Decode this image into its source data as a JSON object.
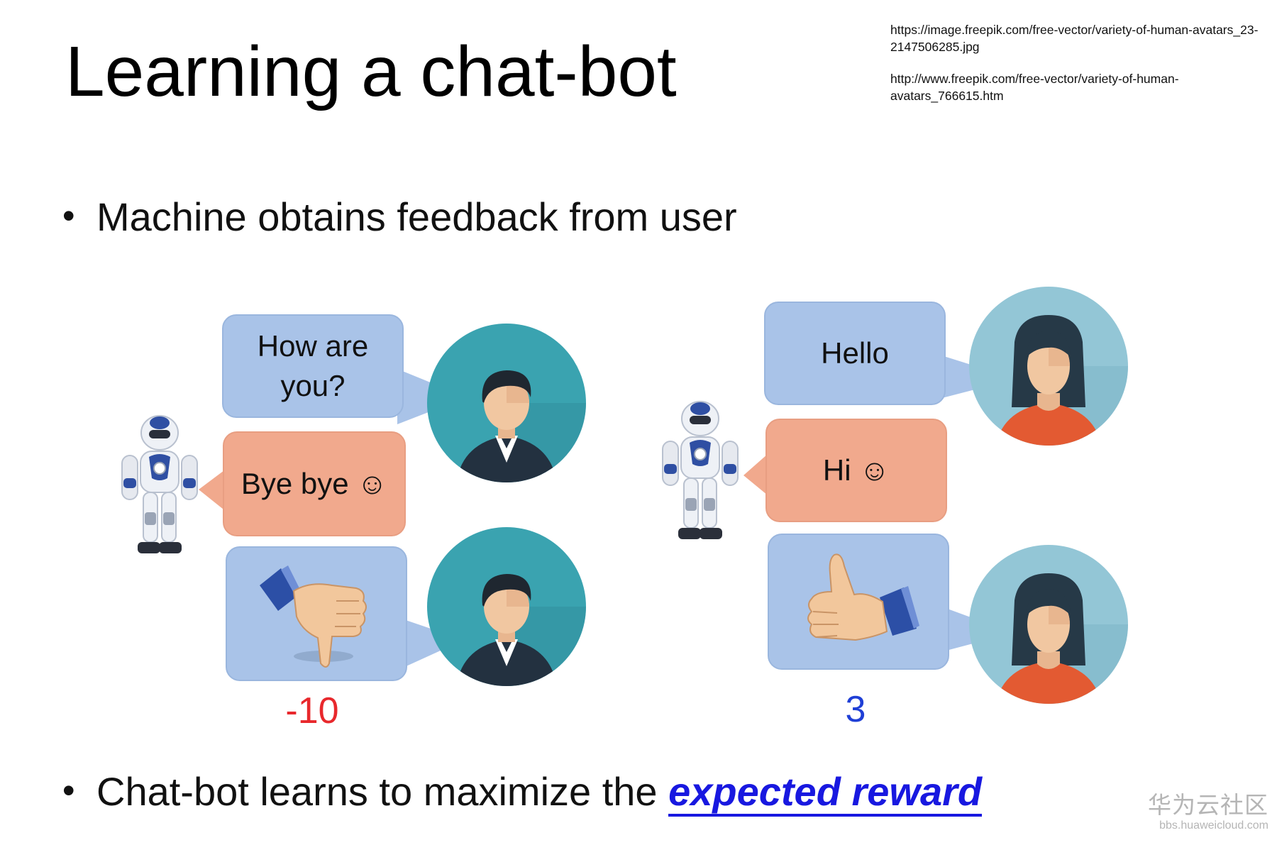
{
  "slide": {
    "title": "Learning a chat-bot",
    "credits": [
      "https://image.freepik.com/free-vector/variety-of-human-avatars_23-2147506285.jpg",
      "http://www.freepik.com/free-vector/variety-of-human-avatars_766615.htm"
    ],
    "bullets": {
      "first": "Machine obtains feedback from user",
      "second_prefix": "Chat-bot learns to maximize the ",
      "second_emphasis": "expected reward"
    },
    "bullet_glyph": "•",
    "left_example": {
      "user_message_line1": "How are",
      "user_message_line2": "you?",
      "bot_reply": "Bye bye ☺",
      "feedback_icon": "thumbs-down-icon",
      "reward": "-10",
      "reward_color": "#e8282c"
    },
    "right_example": {
      "user_message": "Hello",
      "bot_reply": "Hi ☺",
      "feedback_icon": "thumbs-up-icon",
      "reward": "3",
      "reward_color": "#1f3fd6"
    },
    "colors": {
      "user_bubble": "#a9c3e8",
      "bot_bubble": "#f1a98d",
      "male_avatar_bg": "#3aa3b0",
      "female_avatar_bg": "#93c6d6",
      "emphasis": "#1818e0"
    }
  },
  "watermark": {
    "brand": "华为云社区",
    "url": "bbs.huaweicloud.com"
  }
}
